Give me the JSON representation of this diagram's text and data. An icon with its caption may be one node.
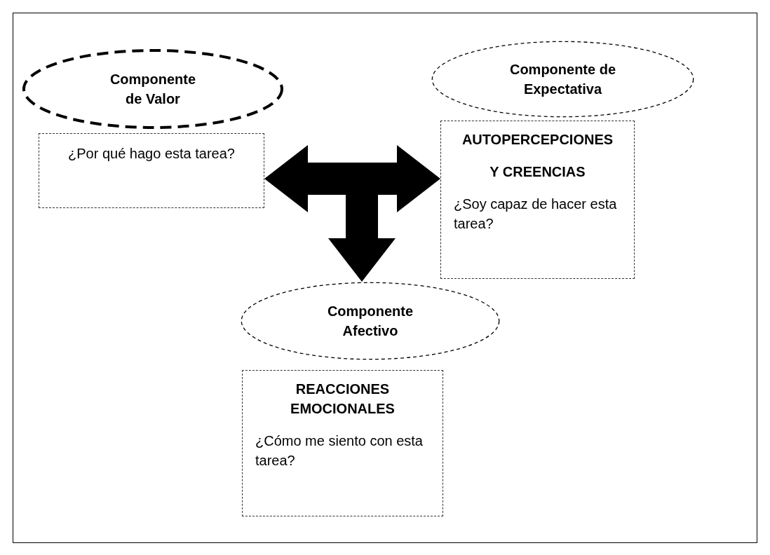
{
  "diagram": {
    "nodes": [
      {
        "text": [
          "Componente de Valor"
        ]
      },
      {
        "text": [
          "¿Por qué hago esta tarea?"
        ]
      },
      {
        "text": [
          "Componente de Expectativa"
        ]
      },
      {
        "text": [
          "AUTOPERCEPCIONES",
          "Y CREENCIAS",
          "¿Soy capaz de hacer esta tarea?"
        ]
      },
      {
        "text": [
          "Componente Afectivo"
        ]
      },
      {
        "text": [
          "REACCIONES EMOCIONALES",
          "¿Cómo me siento con esta tarea?"
        ]
      }
    ],
    "edges": [
      {
        "from": 1,
        "to": 3,
        "arrow": "both"
      },
      {
        "from": null,
        "to": 4,
        "arrow": "to"
      }
    ]
  }
}
